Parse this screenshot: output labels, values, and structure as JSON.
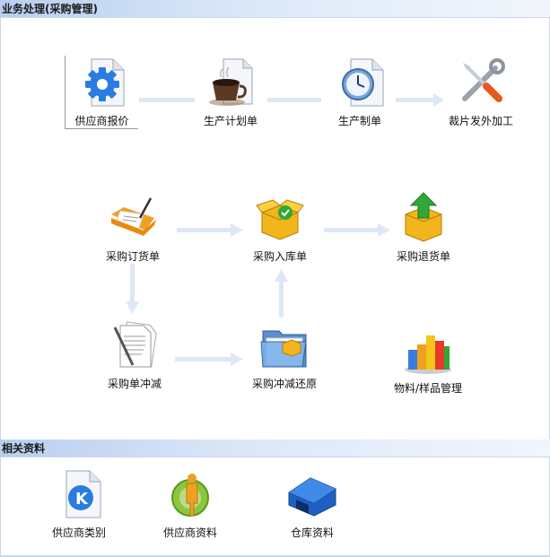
{
  "sections": {
    "business": "业务处理(采购管理)",
    "related": "相关资料"
  },
  "items": {
    "supplier_quote": "供应商报价",
    "production_plan": "生产计划单",
    "production_order": "生产制单",
    "cutting_outsource": "裁片发外加工",
    "purchase_order": "采购订货单",
    "purchase_inbound": "采购入库单",
    "purchase_return": "采购退货单",
    "purchase_offset": "采购单冲减",
    "purchase_offset_restore": "采购冲减还原",
    "material_sample_mgmt": "物料/样品管理",
    "supplier_category": "供应商类别",
    "supplier_info": "供应商资料",
    "warehouse_info": "仓库资料"
  },
  "colors": {
    "arrow": "#dde7f7",
    "section_bar": "#b8cfef"
  }
}
